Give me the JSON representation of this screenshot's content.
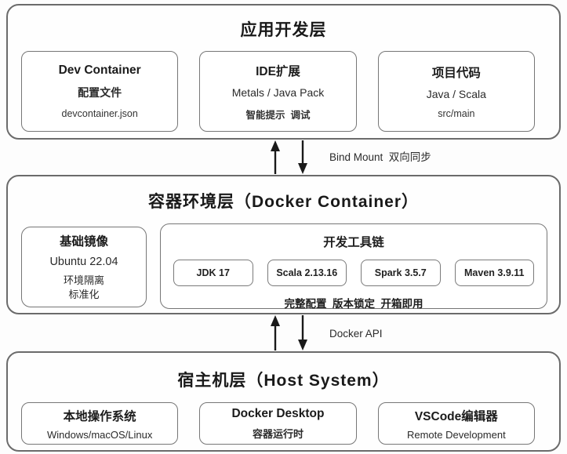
{
  "colors": {
    "layer_border": "#6b6b6b",
    "card_border": "#767676",
    "text": "#1e1e1e",
    "background": "#fdfdfd",
    "arrow": "#1a1a1a"
  },
  "layers": {
    "app": {
      "title": "应用开发层",
      "cards": [
        {
          "title": "Dev Container",
          "subtitle": "配置文件",
          "detail": "devcontainer.json"
        },
        {
          "title": "IDE扩展",
          "subtitle": "Metals / Java Pack",
          "detail": "智能提示  调试"
        },
        {
          "title": "项目代码",
          "subtitle": "Java / Scala",
          "detail": "src/main"
        }
      ]
    },
    "container": {
      "title": "容器环境层（Docker Container）",
      "base_image": {
        "title": "基础镜像",
        "subtitle": "Ubuntu 22.04",
        "line1": "环境隔离",
        "line2": "标准化"
      },
      "toolchain": {
        "title": "开发工具链",
        "chips": [
          "JDK 17",
          "Scala 2.13.16",
          "Spark 3.5.7",
          "Maven 3.9.11"
        ],
        "footer": "完整配置  版本锁定  开箱即用"
      }
    },
    "host": {
      "title": "宿主机层（Host System）",
      "cards": [
        {
          "title": "本地操作系统",
          "subtitle": "Windows/macOS/Linux"
        },
        {
          "title": "Docker Desktop",
          "subtitle": "容器运行时"
        },
        {
          "title": "VSCode编辑器",
          "subtitle": "Remote Development"
        }
      ]
    }
  },
  "connectors": {
    "bind_mount": {
      "label": "Bind Mount  双向同步"
    },
    "docker_api": {
      "label": "Docker API"
    }
  }
}
